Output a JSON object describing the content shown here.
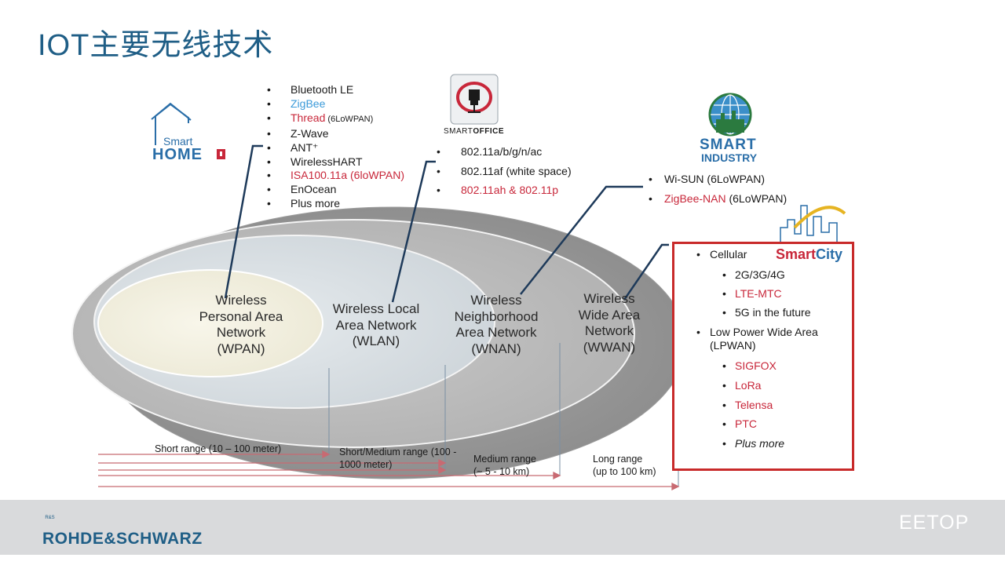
{
  "title": "IOT主要无线技术",
  "logos": {
    "home": {
      "line1": "Smart",
      "line2": "HOME"
    },
    "office": {
      "prefix": "SMART",
      "suffix": "OFFICE"
    },
    "industry": {
      "line1": "SMART",
      "line2": "INDUSTRY"
    },
    "city": {
      "prefix": "Smart",
      "suffix": "City"
    }
  },
  "home_list": [
    {
      "text": "Bluetooth LE",
      "note": "",
      "color": "#1a1a1a"
    },
    {
      "text": "ZigBee",
      "note": "",
      "color": "#3a9ad9"
    },
    {
      "text": "Thread",
      "note": " (6LoWPAN)",
      "color": "#c8273a"
    },
    {
      "text": "Z-Wave",
      "note": "",
      "color": "#1a1a1a"
    },
    {
      "text": "ANT⁺",
      "note": "",
      "color": "#1a1a1a"
    },
    {
      "text": "WirelessHART",
      "note": "",
      "color": "#1a1a1a"
    },
    {
      "text": "ISA100.11a (6loWPAN)",
      "note": "",
      "color": "#c8273a"
    },
    {
      "text": "EnOcean",
      "note": "",
      "color": "#1a1a1a"
    },
    {
      "text": "Plus more",
      "note": "",
      "color": "#1a1a1a"
    }
  ],
  "office_list": [
    {
      "text": "802.11a/b/g/n/ac",
      "color": "#1a1a1a"
    },
    {
      "text": "802.11af (white space)",
      "color": "#1a1a1a"
    },
    {
      "text": "802.11ah & 802.11p",
      "color": "#c8273a"
    }
  ],
  "industry_list": [
    {
      "text": "Wi-SUN",
      "suffix": " (6LoWPAN)",
      "color": "#1a1a1a"
    },
    {
      "text": "ZigBee-NAN",
      "suffix": " (6LoWPAN)",
      "color": "#c8273a"
    }
  ],
  "networks": {
    "wpan": "Wireless\nPersonal Area\nNetwork\n(WPAN)",
    "wlan": "Wireless Local\nArea Network\n(WLAN)",
    "wnan": "Wireless\nNeighborhood\nArea Network\n(WNAN)",
    "wwan": "Wireless\nWide Area\nNetwork\n(WWAN)"
  },
  "ranges": {
    "short": "Short range (10 – 100 meter)",
    "short_medium": "Short/Medium range (100 -\n1000 meter)",
    "medium": "Medium range\n(~ 5 - 10 km)",
    "long": "Long range\n(up to 100 km)"
  },
  "city_list": [
    {
      "text": "Cellular",
      "level": 1,
      "color": "#1a1a1a",
      "italic": false
    },
    {
      "text": "2G/3G/4G",
      "level": 2,
      "color": "#1a1a1a",
      "italic": false
    },
    {
      "text": "LTE-MTC",
      "level": 2,
      "color": "#c8273a",
      "italic": false
    },
    {
      "text": "5G in the future",
      "level": 2,
      "color": "#1a1a1a",
      "italic": false
    },
    {
      "text": "Low Power Wide Area\n(LPWAN)",
      "level": 1,
      "color": "#1a1a1a",
      "italic": false
    },
    {
      "text": "SIGFOX",
      "level": 2,
      "color": "#c8273a",
      "italic": false
    },
    {
      "text": "LoRa",
      "level": 2,
      "color": "#c8273a",
      "italic": false
    },
    {
      "text": "Telensa",
      "level": 2,
      "color": "#c8273a",
      "italic": false
    },
    {
      "text": "PTC",
      "level": 2,
      "color": "#c8273a",
      "italic": false
    },
    {
      "text": "Plus more",
      "level": 2,
      "color": "#1a1a1a",
      "italic": true
    }
  ],
  "footer": {
    "company": "ROHDE&SCHWARZ",
    "rs_mark": "R&S",
    "watermark": "EETOP"
  },
  "colors": {
    "title": "#1f5e86",
    "highlight_red": "#c8273a",
    "zigbee_blue": "#3a9ad9",
    "box_red": "#c82a2a",
    "footer_gray": "#d9dadc"
  }
}
